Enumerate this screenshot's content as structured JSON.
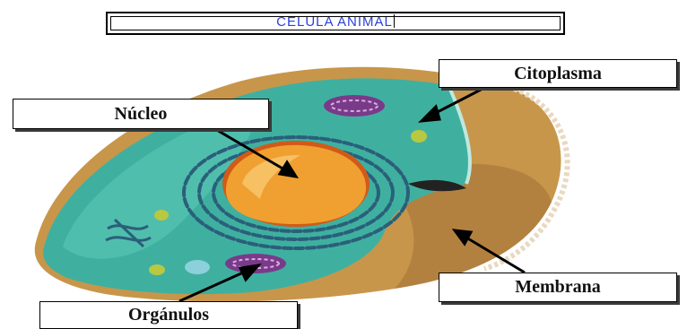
{
  "title": "CELULA ANIMAL",
  "labels": {
    "citoplasma": "Citoplasma",
    "nucleo": "Núcleo",
    "membrana": "Membrana",
    "organulos": "Orgánulos"
  },
  "colors": {
    "title_text": "#2b3fd6",
    "cytoplasm": "#3fb0a0",
    "membrane": "#c8964a",
    "nucleus": "#f0a030",
    "reticulum": "#2a5f7a"
  }
}
